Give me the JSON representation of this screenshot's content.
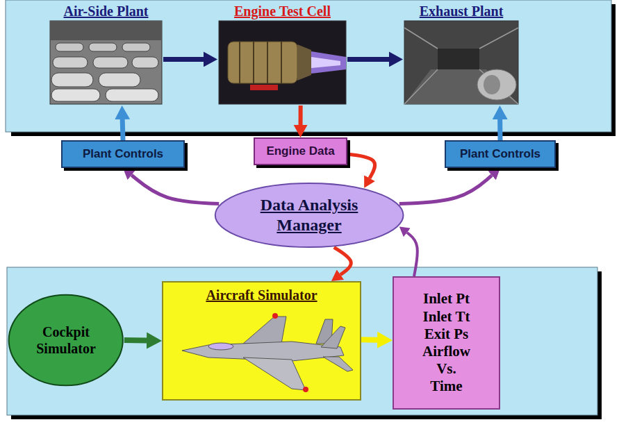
{
  "diagram": {
    "nodes": [
      {
        "text": [
          "Air-Side Plant"
        ]
      },
      {
        "text": [
          "Engine Test Cell"
        ]
      },
      {
        "text": [
          "Exhaust Plant"
        ]
      },
      {
        "text": [
          "Plant Controls"
        ]
      },
      {
        "text": [
          "Engine Data"
        ]
      },
      {
        "text": [
          "Plant Controls"
        ]
      },
      {
        "text": [
          "Data Analysis Manager"
        ]
      },
      {
        "text": [
          "Cockpit Simulator"
        ]
      },
      {
        "text": [
          "Aircraft Simulator"
        ]
      },
      {
        "text": [
          "Inlet Pt",
          "Inlet Tt",
          "Exit Ps",
          "Airflow",
          "Vs.",
          "Time"
        ]
      }
    ],
    "edges": [
      {
        "from": 0,
        "to": 1,
        "arrow": "to"
      },
      {
        "from": 1,
        "to": 2,
        "arrow": "to"
      },
      {
        "from": 3,
        "to": 0,
        "arrow": "to"
      },
      {
        "from": 5,
        "to": 2,
        "arrow": "to"
      },
      {
        "from": 1,
        "to": 4,
        "arrow": "to"
      },
      {
        "from": 4,
        "to": 6,
        "arrow": "to"
      },
      {
        "from": 6,
        "to": 3,
        "arrow": "to"
      },
      {
        "from": 6,
        "to": 5,
        "arrow": "to"
      },
      {
        "from": 7,
        "to": 8,
        "arrow": "to"
      },
      {
        "from": 8,
        "to": 9,
        "arrow": "to"
      },
      {
        "from": 9,
        "to": 6,
        "arrow": "to"
      },
      {
        "from": 6,
        "to": 8,
        "arrow": "to"
      }
    ]
  }
}
